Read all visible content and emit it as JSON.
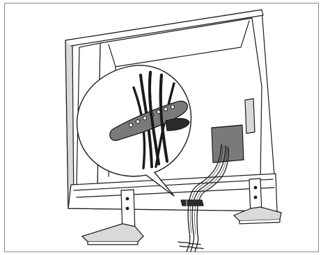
{
  "figure": {
    "kind": "line-art illustration",
    "subject": "tv-rear-cable-management",
    "colors": {
      "stroke": "#1a1a1a",
      "fill_light": "#ffffff",
      "fill_shade": "#d9d9d9",
      "fill_dark": "#7a7a7a",
      "fill_black": "#2b2b2b",
      "frame": "#8a8a8a"
    },
    "icons": [
      "tv-back-panel",
      "tv-stand",
      "cable-bundle",
      "cable-tie",
      "magnifier-callout",
      "terminal-cover"
    ]
  }
}
